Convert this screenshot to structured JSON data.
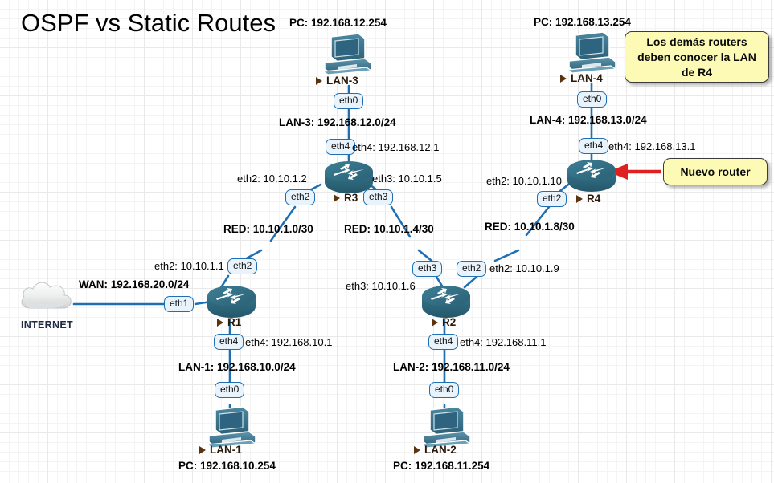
{
  "diagram": {
    "title": "OSPF vs Static Routes",
    "background": "grid",
    "accent_router": "#2e6a80",
    "accent_link": "#1f6fb2",
    "note_fill": "#fcfab4",
    "arrow_color": "#e02020"
  },
  "notes": [
    {
      "id": "note-lan-r4",
      "text": "Los demás routers deben conocer la LAN de R4"
    },
    {
      "id": "note-new-router",
      "text": "Nuevo router"
    }
  ],
  "cloud": {
    "label": "INTERNET",
    "interface": "eth1",
    "network": "WAN: 192.168.20.0/24"
  },
  "routers": [
    {
      "id": "R1",
      "name": "R1",
      "interfaces": [
        {
          "port": "eth1",
          "ip_label": ""
        },
        {
          "port": "eth2",
          "ip_label": "eth2: 10.10.1.1"
        },
        {
          "port": "eth4",
          "ip_label": "eth4: 192.168.10.1"
        }
      ]
    },
    {
      "id": "R2",
      "name": "R2",
      "interfaces": [
        {
          "port": "eth3",
          "ip_label": "eth3: 10.10.1.6"
        },
        {
          "port": "eth2",
          "ip_label": "eth2: 10.10.1.9"
        },
        {
          "port": "eth4",
          "ip_label": "eth4: 192.168.11.1"
        }
      ]
    },
    {
      "id": "R3",
      "name": "R3",
      "interfaces": [
        {
          "port": "eth2",
          "ip_label": "eth2: 10.10.1.2"
        },
        {
          "port": "eth3",
          "ip_label": "eth3: 10.10.1.5"
        },
        {
          "port": "eth4",
          "ip_label": "eth4: 192.168.12.1"
        }
      ]
    },
    {
      "id": "R4",
      "name": "R4",
      "interfaces": [
        {
          "port": "eth2",
          "ip_label": "eth2: 10.10.1.10"
        },
        {
          "port": "eth4",
          "ip_label": "eth4: 192.168.13.1"
        }
      ]
    }
  ],
  "hosts": [
    {
      "id": "LAN-1",
      "name": "LAN-1",
      "port": "eth0",
      "pc_label": "PC: 192.168.10.254"
    },
    {
      "id": "LAN-2",
      "name": "LAN-2",
      "port": "eth0",
      "pc_label": "PC: 192.168.11.254"
    },
    {
      "id": "LAN-3",
      "name": "LAN-3",
      "port": "eth0",
      "pc_label": "PC: 192.168.12.254"
    },
    {
      "id": "LAN-4",
      "name": "LAN-4",
      "port": "eth0",
      "pc_label": "PC: 192.168.13.254"
    }
  ],
  "networks": {
    "lan1": "LAN-1: 192.168.10.0/24",
    "lan2": "LAN-2: 192.168.11.0/24",
    "lan3": "LAN-3: 192.168.12.0/24",
    "lan4": "LAN-4: 192.168.13.0/24",
    "red1": "RED: 10.10.1.0/30",
    "red2": "RED: 10.10.1.4/30",
    "red3": "RED: 10.10.1.8/30"
  },
  "ports": {
    "eth0": "eth0",
    "eth1": "eth1",
    "eth2": "eth2",
    "eth3": "eth3",
    "eth4": "eth4"
  }
}
